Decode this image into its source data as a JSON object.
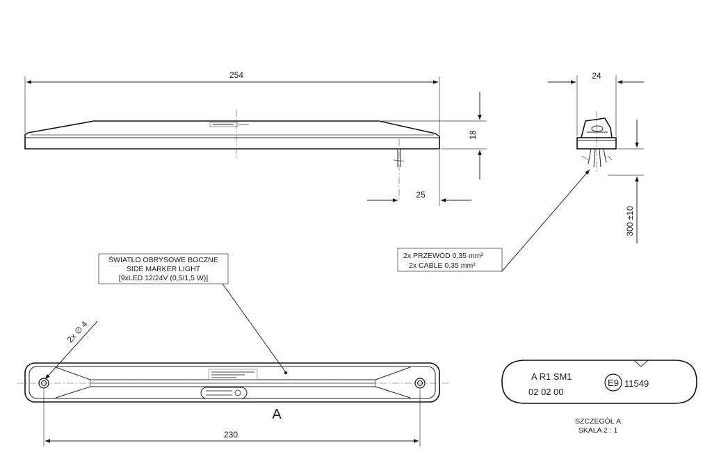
{
  "dimensions": {
    "overall_length": "254",
    "height": "18",
    "cable_offset": "25",
    "width": "24",
    "cable_length": "300 ±10",
    "hole_spacing": "230",
    "hole_diameter": "2x ∅ 4"
  },
  "notes": {
    "light_label": [
      "ŚWIATŁO OBRYSOWE BOCZNE",
      "SIDE MARKER LIGHT",
      "[9xLED 12/24V (0,5/1,5 W)]"
    ],
    "cable_label": [
      "2x PRZEWÓD  0,35 mm²",
      "2x CABLE  0,35 mm²"
    ]
  },
  "view_label": "A",
  "detail": {
    "line1": "A  R1 SM1",
    "line2": "02  02  00",
    "emark": "E9",
    "approval": "11549",
    "caption": [
      "SZCZEGÓŁ  A",
      "SKALA 2 : 1"
    ]
  }
}
